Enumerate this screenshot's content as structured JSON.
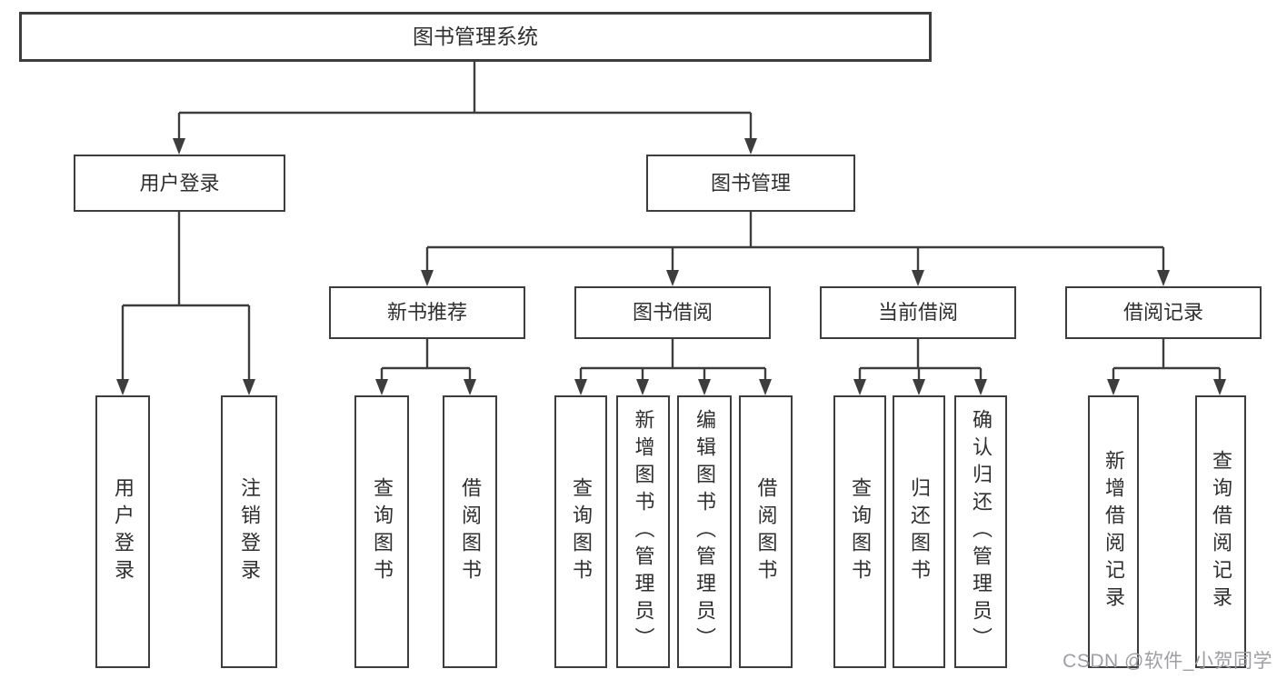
{
  "diagram": {
    "title": "图书管理系统",
    "tree": {
      "root": {
        "label": "图书管理系统"
      },
      "children": [
        {
          "label": "用户登录",
          "children": [
            {
              "label": "用户登录"
            },
            {
              "label": "注销登录"
            }
          ]
        },
        {
          "label": "图书管理",
          "children": [
            {
              "label": "新书推荐",
              "children": [
                {
                  "label": "查询图书"
                },
                {
                  "label": "借阅图书"
                }
              ]
            },
            {
              "label": "图书借阅",
              "children": [
                {
                  "label": "查询图书"
                },
                {
                  "label": "新增图书（管理员）"
                },
                {
                  "label": "编辑图书（管理员）"
                },
                {
                  "label": "借阅图书"
                }
              ]
            },
            {
              "label": "当前借阅",
              "children": [
                {
                  "label": "查询图书"
                },
                {
                  "label": "归还图书"
                },
                {
                  "label": "确认归还（管理员）"
                }
              ]
            },
            {
              "label": "借阅记录",
              "children": [
                {
                  "label": "新增借阅记录"
                },
                {
                  "label": "查询借阅记录"
                }
              ]
            }
          ]
        }
      ]
    },
    "watermark": "CSDN @软件_小贺同学",
    "colors": {
      "line": "#3d3d3d",
      "border": "#3d3d3d",
      "text": "#2f2f2f",
      "watermark": "#9e9ea3",
      "background": "#ffffff"
    }
  }
}
